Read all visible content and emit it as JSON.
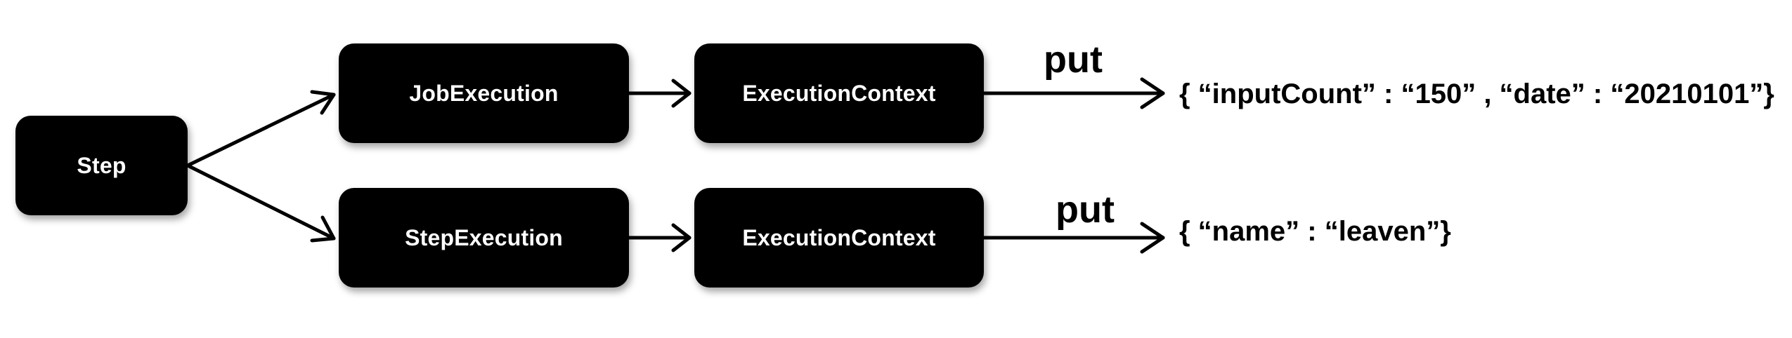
{
  "nodes": {
    "step": "Step",
    "job_execution": "JobExecution",
    "step_execution": "StepExecution",
    "execution_context_top": "ExecutionContext",
    "execution_context_bottom": "ExecutionContext"
  },
  "edges": {
    "put_top": "put",
    "put_bottom": "put"
  },
  "outputs": {
    "job_context_values": "{ “inputCount” : “150” , “date” : “20210101”}",
    "step_context_values": "{ “name” : “leaven”}"
  }
}
